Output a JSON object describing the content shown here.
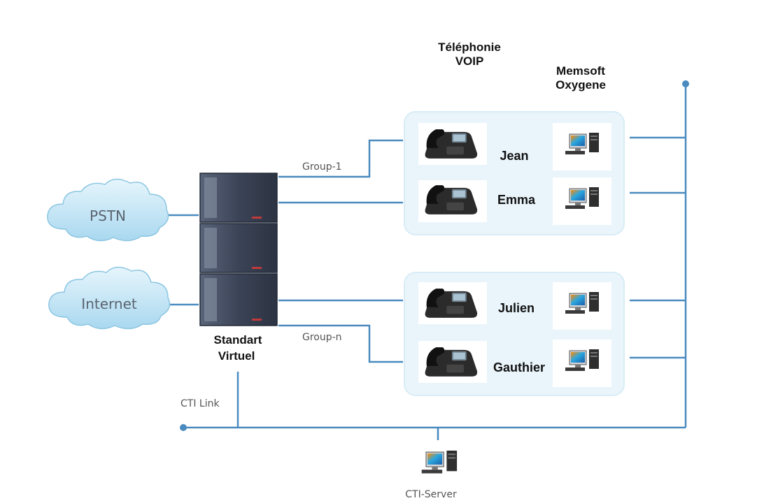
{
  "headers": {
    "telephony_line1": "Téléphonie",
    "telephony_line2": "VOIP",
    "memsoft_line1": "Memsoft",
    "memsoft_line2": "Oxygene"
  },
  "clouds": {
    "pstn": "PSTN",
    "internet": "Internet"
  },
  "pbx": {
    "line1": "Standart",
    "line2": "Virtuel"
  },
  "groups": {
    "group1": "Group-1",
    "groupn": "Group-n"
  },
  "users": [
    "Jean",
    "Emma",
    "Julien",
    "Gauthier"
  ],
  "cti": {
    "link": "CTI Link",
    "server": "CTI-Server"
  },
  "colors": {
    "line": "#4a8bbf",
    "group_panel": "#eaf5fb",
    "cloud": "#bfe3f3",
    "pbx": "#4a5468"
  }
}
